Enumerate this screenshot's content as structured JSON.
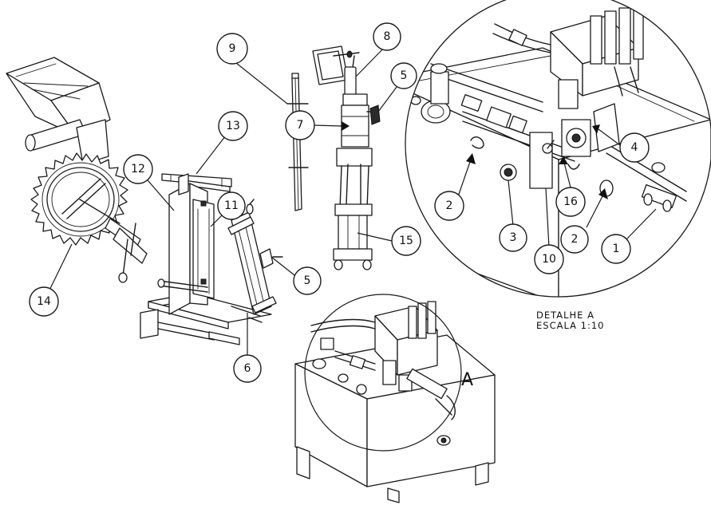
{
  "detail": {
    "title": "DETALHE A",
    "scale": "ESCALA 1:10",
    "view_letter": "A"
  },
  "balloons": [
    {
      "id": "b9",
      "label": "9"
    },
    {
      "id": "b8",
      "label": "8"
    },
    {
      "id": "b5a",
      "label": "5"
    },
    {
      "id": "b7",
      "label": "7"
    },
    {
      "id": "b13",
      "label": "13"
    },
    {
      "id": "b12",
      "label": "12"
    },
    {
      "id": "b11",
      "label": "11"
    },
    {
      "id": "b15",
      "label": "15"
    },
    {
      "id": "b5b",
      "label": "5"
    },
    {
      "id": "b14",
      "label": "14"
    },
    {
      "id": "b6",
      "label": "6"
    },
    {
      "id": "b4",
      "label": "4"
    },
    {
      "id": "b2a",
      "label": "2"
    },
    {
      "id": "b3",
      "label": "3"
    },
    {
      "id": "b16",
      "label": "16"
    },
    {
      "id": "b10",
      "label": "10"
    },
    {
      "id": "b2b",
      "label": "2"
    },
    {
      "id": "b1",
      "label": "1"
    }
  ]
}
